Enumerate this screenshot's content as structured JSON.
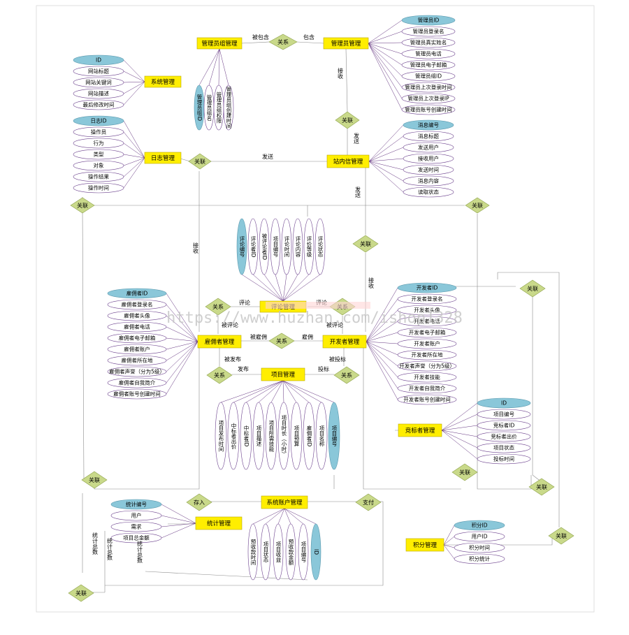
{
  "entities": {
    "admin_group": "管理员组管理",
    "admin": "管理员管理",
    "system": "系统管理",
    "log": "日志管理",
    "message": "站内信管理",
    "employer": "雇佣者管理",
    "developer": "开发者管理",
    "comment": "评论管理",
    "project": "项目管理",
    "bidder": "竞标者管理",
    "account": "系统账户管理",
    "stats": "统计管理",
    "points": "积分管理"
  },
  "relations": {
    "r_admin": "关系",
    "r_admin_msg": "关联",
    "r_log_msg": "关联",
    "r_left": "关联",
    "r_right": "关联",
    "r_msg_dev": "关联",
    "r_emp_comment": "关系",
    "r_dev_comment": "关系",
    "r_emp_dev": "关系",
    "r_emp_proj": "关系",
    "r_dev_proj": "关系",
    "r_dev_right": "关联",
    "r_bottom_left": "关联",
    "r_bid_bottom": "关联",
    "r_right_bottom": "关联",
    "r_deposit": "存入",
    "r_pay": "支付",
    "r_far_right": "关联",
    "r_bottom": "关联"
  },
  "labels": {
    "contained": "被包含",
    "contains": "包含",
    "receive1": "接收",
    "send1": "发送",
    "send2": "发送",
    "send3": "发送",
    "receive2": "接收",
    "receive3": "接收",
    "comment_l": "评论",
    "comment_r": "评论",
    "commented_l": "被评论",
    "commented_r": "被评论",
    "employed": "被雇佣",
    "employ": "雇佣",
    "publish": "发布",
    "published": "被发布",
    "bid": "投标",
    "bid_by": "被投标",
    "stat_total1": "统计总数",
    "stat_total2": "统计总数",
    "stat_total3": "统计总数"
  },
  "attrs": {
    "system": [
      "ID",
      "网站标题",
      "网站关键词",
      "网站描述",
      "最后修改时间"
    ],
    "log": [
      "日志ID",
      "操作员",
      "行为",
      "类型",
      "对象",
      "操作结果",
      "操作时间"
    ],
    "admin": [
      "管理员ID",
      "管理员登录名",
      "管理员真实姓名",
      "管理员电话",
      "管理员电子邮箱",
      "管理员组ID",
      "管理员上次登录时间",
      "管理员上次登录IP",
      "管理员账号创建时间"
    ],
    "message": [
      "消息编号",
      "消息标题",
      "发送用户",
      "接收用户",
      "发送时间",
      "消息内容",
      "读取状态"
    ],
    "admin_group": [
      "管理员组ID",
      "管理员组名",
      "管理员组权限",
      "管理员组创建时间"
    ],
    "comment": [
      "评论编号",
      "评论者ID",
      "被评论者ID",
      "项目编号",
      "评论时间",
      "评论内容",
      "评价等级",
      "评论状态"
    ],
    "employer": [
      "雇佣者ID",
      "雇佣者登录名",
      "雇佣者头像",
      "雇佣者电话",
      "雇佣者电子邮箱",
      "雇佣者账户",
      "雇佣者所在地",
      "雇佣者声誉（分为5级）",
      "雇佣者自我简介",
      "雇佣者账号创建时间"
    ],
    "developer": [
      "开发者ID",
      "开发者登录名",
      "开发者头像",
      "开发者电话",
      "开发者电子邮箱",
      "开发者账户",
      "开发者所在地",
      "开发者声誉（分为5级）",
      "开发者技能",
      "开发者自我简介",
      "开发者账号创建时间"
    ],
    "project": [
      "项目编号",
      "项目名称",
      "雇佣者ID",
      "项目预算",
      "项目时长（小时）",
      "项目所需技能",
      "项目描述",
      "中标者ID",
      "中标者出价",
      "项目发布时间"
    ],
    "bidder": [
      "ID",
      "项目编号",
      "竞标者ID",
      "竞标者出价",
      "项目状态",
      "投标时间"
    ],
    "stats": [
      "统计编号",
      "用户",
      "需求",
      "项目总金额"
    ],
    "account": [
      "ID",
      "项目编号",
      "预收款金额",
      "项目收益",
      "项目状态",
      "预收款时间"
    ],
    "points": [
      "积分ID",
      "用户ID",
      "积分时间",
      "积分统计"
    ]
  },
  "watermark": "https://www.huzhan.com/ishop1328"
}
